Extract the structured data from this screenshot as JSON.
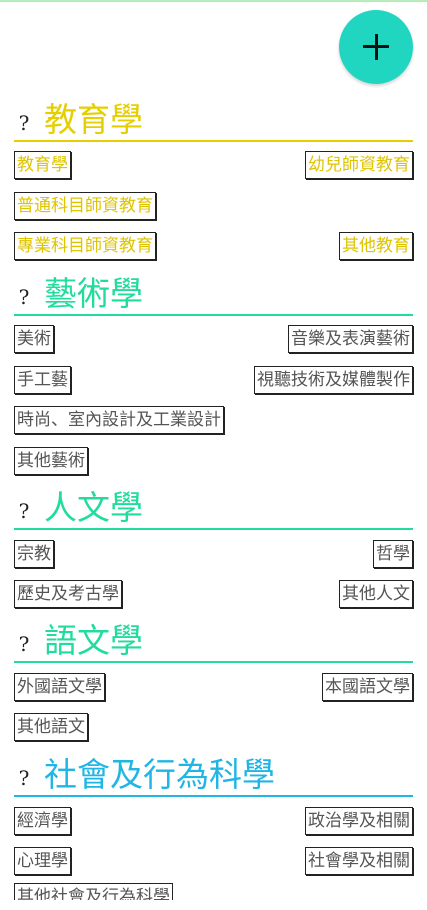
{
  "fab": {
    "label": "+"
  },
  "sections": [
    {
      "title": "教育學",
      "color": "#e6cf00",
      "items": [
        "教育學",
        "幼兒師資教育",
        "普通科目師資教育",
        "專業科目師資教育",
        "其他教育"
      ]
    },
    {
      "title": "藝術學",
      "color": "#22dc9c",
      "items": [
        "美術",
        "音樂及表演藝術",
        "手工藝",
        "視聽技術及媒體製作",
        "時尚、室內設計及工業設計",
        "其他藝術"
      ]
    },
    {
      "title": "人文學",
      "color": "#22dc9c",
      "items": [
        "宗教",
        "哲學",
        "歷史及考古學",
        "其他人文"
      ]
    },
    {
      "title": "語文學",
      "color": "#22dc9c",
      "items": [
        "外國語文學",
        "本國語文學",
        "其他語文"
      ]
    },
    {
      "title": "社會及行為科學",
      "color": "#1fb6e6",
      "items": [
        "經濟學",
        "政治學及相關",
        "心理學",
        "社會學及相關",
        "其他社會及行為科學"
      ]
    }
  ],
  "icons": {
    "help": "?",
    "add": "plus-icon"
  }
}
